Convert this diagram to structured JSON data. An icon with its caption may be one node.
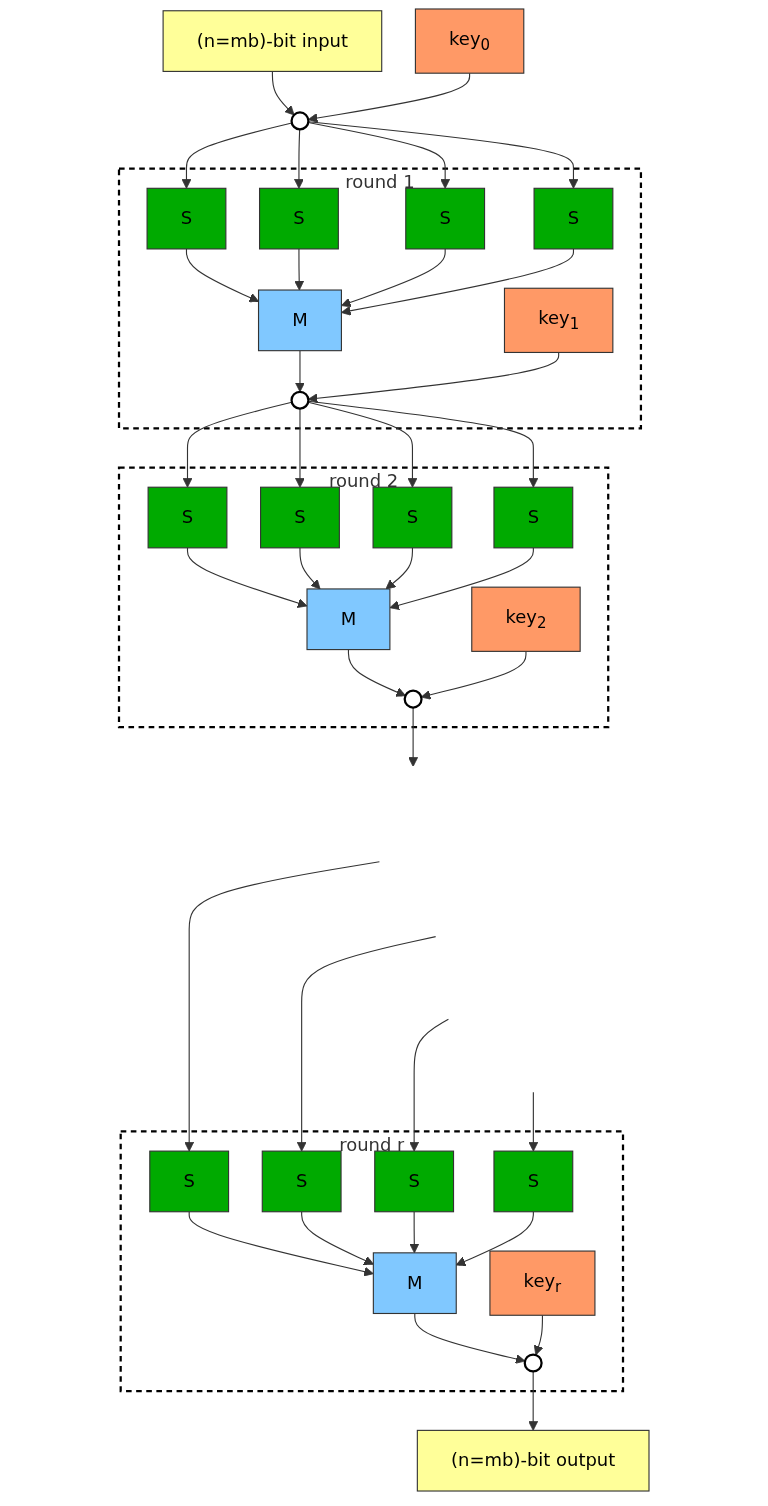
{
  "diagram": {
    "nodes": [
      {
        "text": [
          "(n=mb)-bit input"
        ]
      },
      {
        "text": [
          "key$_{0}$"
        ]
      },
      {
        "text": [],
        "shape": "circle"
      },
      {
        "text": [
          "round 1"
        ]
      },
      {
        "text": [
          "S"
        ],
        "in": 3
      },
      {
        "text": [
          "S"
        ],
        "in": 3
      },
      {
        "text": [
          "S"
        ],
        "in": 3
      },
      {
        "text": [
          "S"
        ],
        "in": 3
      },
      {
        "text": [
          "M"
        ],
        "in": 3
      },
      {
        "text": [
          "key$_{1}$"
        ],
        "in": 3
      },
      {
        "text": [],
        "shape": "circle",
        "in": 3
      },
      {
        "text": [
          "round 2"
        ]
      },
      {
        "text": [
          "S"
        ],
        "in": 11
      },
      {
        "text": [
          "S"
        ],
        "in": 11
      },
      {
        "text": [
          "S"
        ],
        "in": 11
      },
      {
        "text": [
          "S"
        ],
        "in": 11
      },
      {
        "text": [
          "M"
        ],
        "in": 11
      },
      {
        "text": [
          "key$_{2}$"
        ],
        "in": 11
      },
      {
        "text": [],
        "shape": "circle",
        "in": 11
      },
      {
        "text": [
          "round r"
        ]
      },
      {
        "text": [
          "S"
        ],
        "in": 19
      },
      {
        "text": [
          "S"
        ],
        "in": 19
      },
      {
        "text": [
          "S"
        ],
        "in": 19
      },
      {
        "text": [
          "S"
        ],
        "in": 19
      },
      {
        "text": [
          "M"
        ],
        "in": 19
      },
      {
        "text": [
          "key$_{r}$"
        ],
        "in": 19
      },
      {
        "text": [],
        "shape": "circle",
        "in": 19
      },
      {
        "text": [
          "(n=mb)-bit output"
        ]
      }
    ],
    "edges": [
      {
        "from": 0,
        "to": 2,
        "arrow": "to"
      },
      {
        "from": 1,
        "to": 2,
        "arrow": "to"
      },
      {
        "from": 2,
        "to": 4,
        "arrow": "to"
      },
      {
        "from": 2,
        "to": 5,
        "arrow": "to"
      },
      {
        "from": 2,
        "to": 6,
        "arrow": "to"
      },
      {
        "from": 2,
        "to": 7,
        "arrow": "to"
      },
      {
        "from": 4,
        "to": 8,
        "arrow": "to"
      },
      {
        "from": 5,
        "to": 8,
        "arrow": "to"
      },
      {
        "from": 6,
        "to": 8,
        "arrow": "to"
      },
      {
        "from": 7,
        "to": 8,
        "arrow": "to"
      },
      {
        "from": 8,
        "to": 10,
        "arrow": "to"
      },
      {
        "from": 9,
        "to": 10,
        "arrow": "to"
      },
      {
        "from": 10,
        "to": 12,
        "arrow": "to"
      },
      {
        "from": 10,
        "to": 13,
        "arrow": "to"
      },
      {
        "from": 10,
        "to": 14,
        "arrow": "to"
      },
      {
        "from": 10,
        "to": 15,
        "arrow": "to"
      },
      {
        "from": 12,
        "to": 16,
        "arrow": "to"
      },
      {
        "from": 13,
        "to": 16,
        "arrow": "to"
      },
      {
        "from": 14,
        "to": 16,
        "arrow": "to"
      },
      {
        "from": 15,
        "to": 16,
        "arrow": "to"
      },
      {
        "from": 16,
        "to": 18,
        "arrow": "to"
      },
      {
        "from": 17,
        "to": 18,
        "arrow": "to"
      },
      {
        "from": 18,
        "to": null,
        "arrow": "to"
      },
      {
        "from": null,
        "to": 20,
        "arrow": "to"
      },
      {
        "from": null,
        "to": 21,
        "arrow": "to"
      },
      {
        "from": null,
        "to": 22,
        "arrow": "to"
      },
      {
        "from": null,
        "to": 23,
        "arrow": "to"
      },
      {
        "from": 20,
        "to": 24,
        "arrow": "to"
      },
      {
        "from": 21,
        "to": 24,
        "arrow": "to"
      },
      {
        "from": 22,
        "to": 24,
        "arrow": "to"
      },
      {
        "from": 23,
        "to": 24,
        "arrow": "to"
      },
      {
        "from": 24,
        "to": 26,
        "arrow": "to"
      },
      {
        "from": 25,
        "to": 26,
        "arrow": "to"
      },
      {
        "from": 26,
        "to": 27,
        "arrow": "to"
      }
    ]
  }
}
